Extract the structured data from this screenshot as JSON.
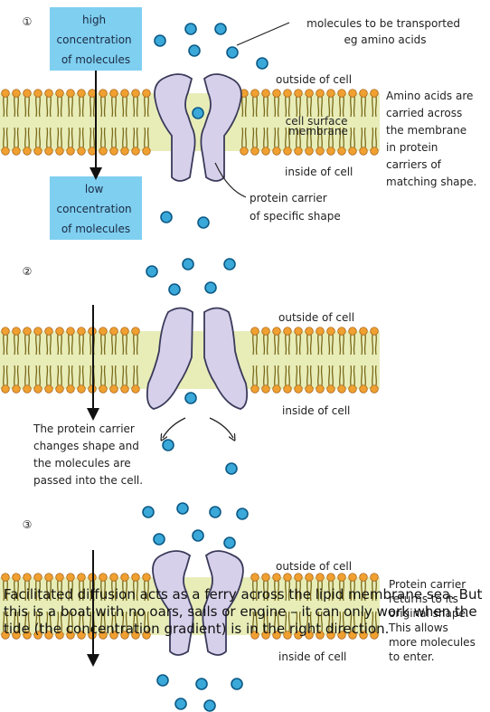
{
  "stages": [
    {
      "number": "①",
      "box_high": [
        "high",
        "concentration",
        "of molecules"
      ],
      "box_low": [
        "low",
        "concentration",
        "of molecules"
      ],
      "molecules_label": [
        "molecules to be transported",
        "eg amino acids"
      ],
      "outside_label": "outside of cell",
      "inside_label": "inside of cell",
      "membrane_label": [
        "cell surface",
        "membrane"
      ],
      "carrier_label": [
        "protein carrier",
        "of specific shape"
      ],
      "side_note": [
        "Amino acids are",
        "carried across",
        "the membrane",
        "in protein",
        "carriers of",
        "matching shape."
      ]
    },
    {
      "number": "②",
      "outside_label": "outside of cell",
      "inside_label": "inside of cell",
      "note": [
        "The protein carrier",
        "changes shape and",
        "the molecules are",
        "passed into the cell."
      ]
    },
    {
      "number": "③",
      "outside_label": "outside of cell",
      "inside_label": "inside of cell",
      "side_note": [
        "Protein carrier",
        "returns to its",
        "original shape.",
        "This allows",
        "more molecules",
        "to enter."
      ]
    }
  ],
  "caption": "Facilitated diffusion acts as a ferry across the lipid membrane sea. But this is a boat with no oars, sails or engine – it can only work when the tide (the concentration gradient) is in the right direction.",
  "colors": {
    "blue_box": "#7fcff0",
    "membrane_band": "#e8edb8",
    "lipid_head": "#f0a030",
    "lipid_tail": "#7a6a1a",
    "carrier_fill": "#d6d0ea",
    "carrier_stroke": "#3a3a5a",
    "molecule_fill": "#3aa8d8",
    "molecule_stroke": "#0c5a86"
  }
}
